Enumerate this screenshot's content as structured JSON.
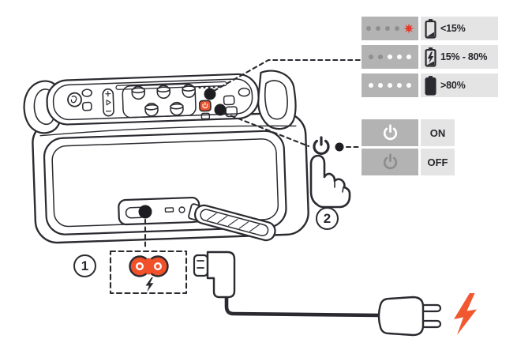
{
  "colors": {
    "orange": "#F0512B",
    "red_blink": "#E8392B",
    "ink": "#2A2A30",
    "table_dark": "#b3b3b3",
    "table_light": "#e4e4e4",
    "led_dim": "#8f8f8f",
    "led_on": "#ffffff"
  },
  "battery_table": {
    "rows": [
      {
        "label": "<15%",
        "icon": "battery-low-icon",
        "leds": [
          "dim",
          "dim",
          "dim",
          "dim",
          "blink"
        ]
      },
      {
        "label": "15% - 80%",
        "icon": "battery-charging-icon",
        "leds": [
          "dim",
          "dim",
          "on",
          "on",
          "on"
        ]
      },
      {
        "label": ">80%",
        "icon": "battery-full-icon",
        "leds": [
          "on",
          "on",
          "on",
          "on",
          "on"
        ]
      }
    ]
  },
  "power_table": {
    "rows": [
      {
        "label": "ON",
        "icon": "power-icon",
        "state": "on"
      },
      {
        "label": "OFF",
        "icon": "power-icon",
        "state": "off"
      }
    ]
  },
  "steps": {
    "step1": "1",
    "step2": "2"
  },
  "icons": {
    "power-symbol-callout": "power glyph with dot, points to on/off table",
    "pointing-hand-icon": "hand pressing power button",
    "c7-connector-icon": "orange figure-8 AC inlet with lightning bolt",
    "power-cord-icon": "C7 angled plug with cable",
    "ac-plug-icon": "two-prong wall plug",
    "lightning-bolt-icon": "orange power bolt"
  }
}
